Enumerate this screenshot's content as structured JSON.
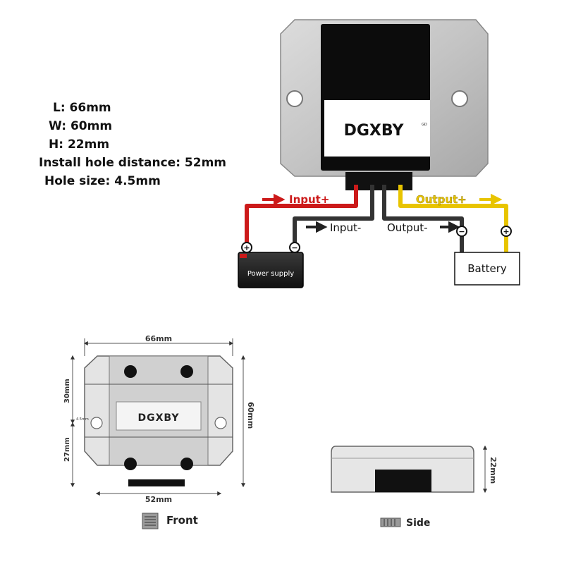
{
  "specs": [
    "L: 66mm",
    "W: 60mm",
    "H: 22mm",
    "Install hole distance: 52mm",
    "Hole size: 4.5mm"
  ],
  "module": {
    "brand": "DGXBY",
    "brand_mark": "GD"
  },
  "wiring": {
    "input_plus": "Input+",
    "input_minus": "Input-",
    "output_plus": "Output+",
    "output_minus": "Output-",
    "power_supply": "Power supply",
    "battery": "Battery",
    "plus_symbol": "+",
    "minus_symbol": "−"
  },
  "front_drawing": {
    "width_dim": "66mm",
    "height_dim": "60mm",
    "top_dim": "30mm",
    "bottom_dim": "27mm",
    "hole_dim": "4.5mm",
    "hole_dist_dim": "52mm",
    "brand": "DGXBY",
    "caption": "Front"
  },
  "side_drawing": {
    "height_dim": "22mm",
    "caption": "Side"
  },
  "colors": {
    "input_plus": "#cc1a1a",
    "output_plus": "#e8c400",
    "wire_neg": "#333333"
  }
}
